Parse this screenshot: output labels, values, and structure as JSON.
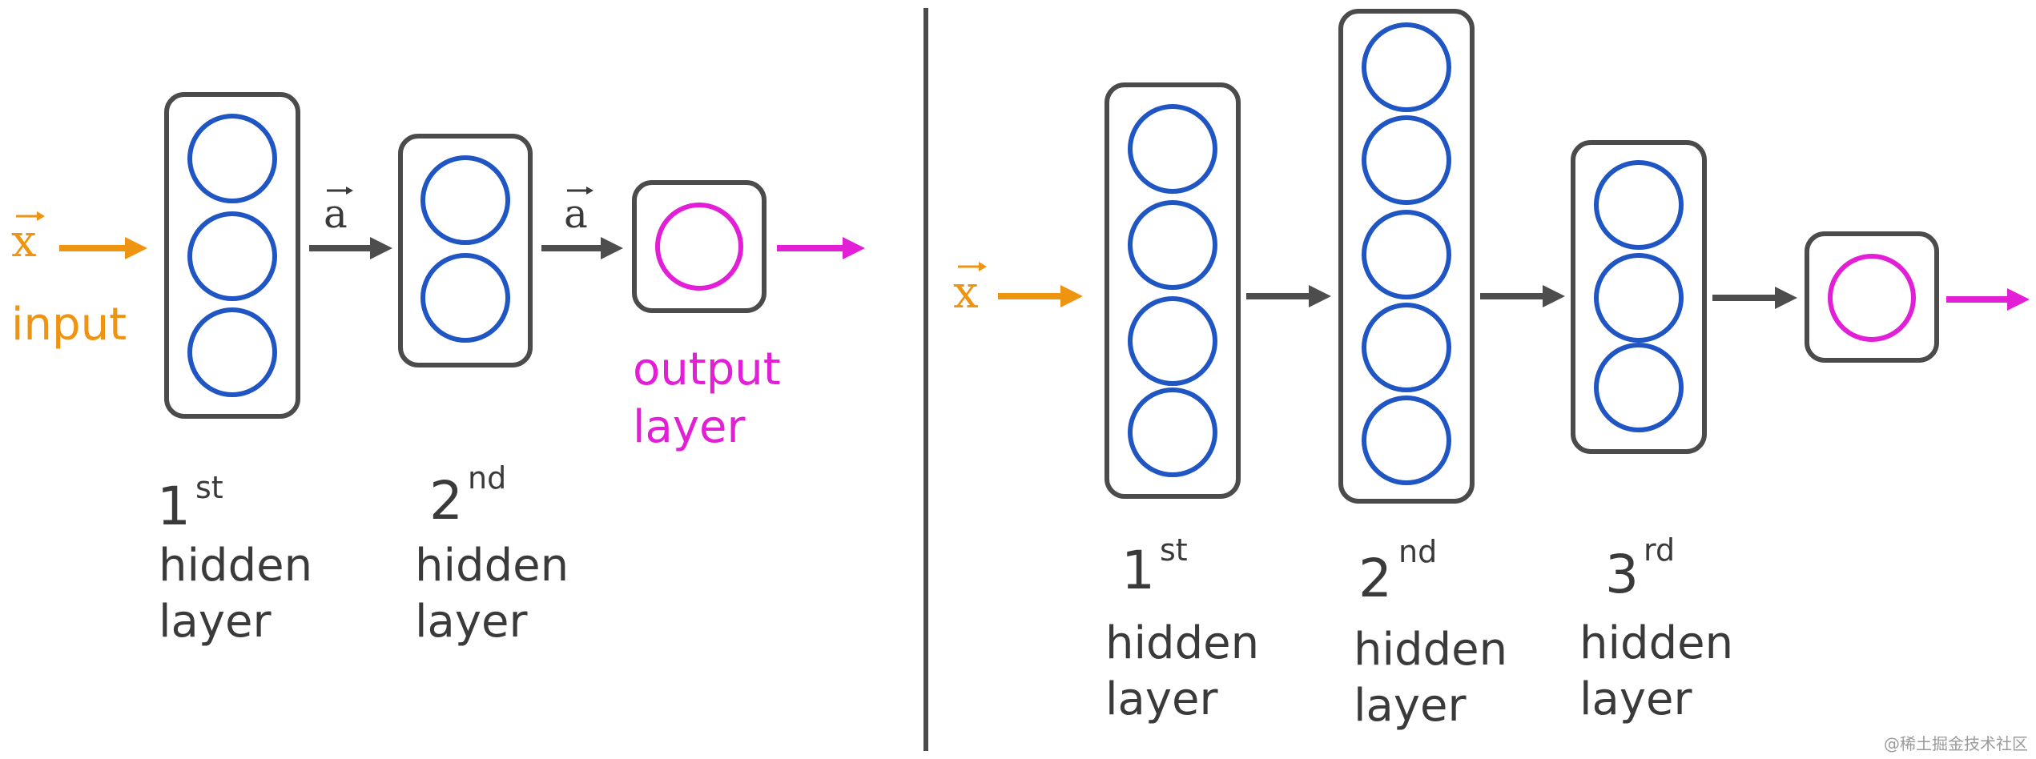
{
  "left_network": {
    "input_symbol": "x",
    "input_label": "input",
    "activation_symbol_1": "a",
    "activation_symbol_2": "a",
    "output_label_line1": "output",
    "output_label_line2": "layer",
    "hidden_1": {
      "ordinal_number": "1",
      "ordinal_suffix": "st",
      "line1": "hidden",
      "line2": "layer"
    },
    "hidden_2": {
      "ordinal_number": "2",
      "ordinal_suffix": "nd",
      "line1": "hidden",
      "line2": "layer"
    }
  },
  "right_network": {
    "input_symbol": "x",
    "hidden_1": {
      "ordinal_number": "1",
      "ordinal_suffix": "st",
      "line1": "hidden",
      "line2": "layer"
    },
    "hidden_2": {
      "ordinal_number": "2",
      "ordinal_suffix": "nd",
      "line1": "hidden",
      "line2": "layer"
    },
    "hidden_3": {
      "ordinal_number": "3",
      "ordinal_suffix": "rd",
      "line1": "hidden",
      "line2": "layer"
    }
  },
  "watermark": "@稀土掘金技术社区",
  "colors": {
    "neuron": "#1f56c4",
    "output_neuron": "#e21fd7",
    "input_accent": "#ef9411",
    "box_stroke": "#4b4b4b",
    "arrow": "#4d4d4d"
  }
}
